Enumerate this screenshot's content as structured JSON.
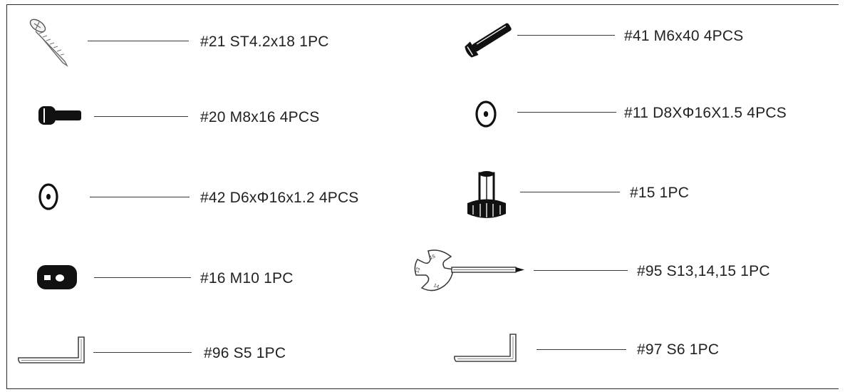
{
  "parts": {
    "p21": {
      "label": "#21 ST4.2x18 1PC",
      "icon": "tapping-screw-icon"
    },
    "p20": {
      "label": "#20 M8x16 4PCS",
      "icon": "hex-bolt-icon"
    },
    "p42": {
      "label": "#42 D6xΦ16x1.2 4PCS",
      "icon": "washer-icon"
    },
    "p16": {
      "label": "#16 M10 1PC",
      "icon": "nut-icon"
    },
    "p96": {
      "label": "#96 S5 1PC",
      "icon": "allen-key-icon"
    },
    "p41": {
      "label": "#41 M6x40 4PCS",
      "icon": "countersunk-bolt-icon"
    },
    "p11": {
      "label": "#11 D8XΦ16X1.5 4PCS",
      "icon": "washer-icon"
    },
    "p15": {
      "label": "#15 1PC",
      "icon": "leveling-foot-icon"
    },
    "p95": {
      "label": "#95 S13,14,15 1PC",
      "icon": "spanner-wrench-icon"
    },
    "p97": {
      "label": "#97 S6 1PC",
      "icon": "allen-key-icon"
    }
  },
  "wrench_sizes": [
    "15",
    "13",
    "14"
  ]
}
